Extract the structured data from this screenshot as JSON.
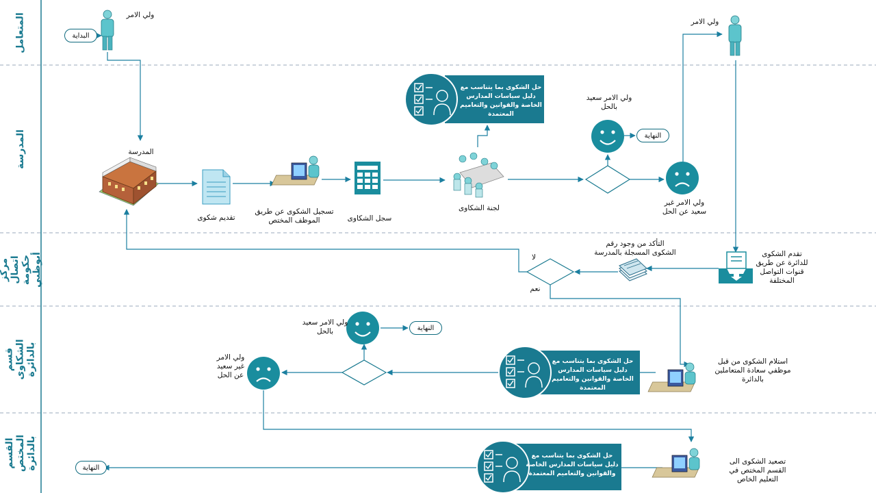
{
  "lanes": [
    "المتعامل",
    "المدرسة",
    "مركز اتصال حكومة أبوظبي",
    "قسم الشكاوى بالدائرة",
    "القسم المختص بالدائرة"
  ],
  "start_label": "البداية",
  "end_label": "النهاية",
  "parent_label": "ولي الامر",
  "school_label": "المدرسة",
  "submit_complaint": "تقديم شكوى",
  "register_by_staff": "تسجيل الشكوى عن طريق الموظف المختص",
  "complaints_log": "سجل الشكاوى",
  "complaints_committee": "لجنة الشكاوى",
  "resolve_text": "حل الشكوى بما يتناسب مع دليل سياسات المدارس الخاصة والقوانين والتعاميم المعتمدة",
  "parent_satisfied": "ولي الامر سعيد بالحل",
  "parent_unsatisfied": "ولي الامر غير سعيد عن الحل",
  "submit_to_department": "تقدم الشكوى للدائرة عن طريق قنوات التواصل المختلفة",
  "verify_number": "التأكد من وجود رقم الشكوى المسجلة بالمدرسة",
  "no_label": "لا",
  "yes_label": "نعم",
  "receive_by_staff": "استلام الشكوى من قبل موظفي سعادة المتعاملين بالدائرة",
  "escalate": "تصعيد الشكوى الى القسم المختص في التعليم الخاص",
  "colors": {
    "primary": "#1a7a90",
    "dark": "#0e6a7e",
    "arrow": "#1b7fa0"
  },
  "icons": [
    "person-icon",
    "school-building-icon",
    "document-icon",
    "computer-staff-icon",
    "spreadsheet-icon",
    "meeting-icon",
    "checklist-person-icon",
    "happy-face-icon",
    "sad-face-icon",
    "inbox-tray-icon",
    "paper-stack-icon"
  ]
}
